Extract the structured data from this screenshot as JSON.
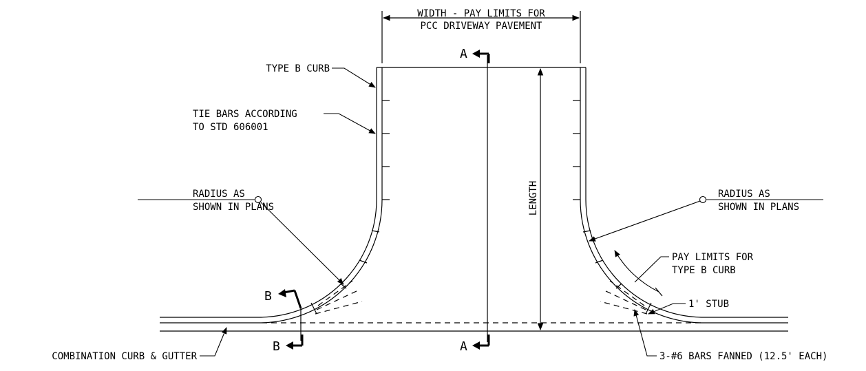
{
  "labels": {
    "width_line1": "WIDTH - PAY LIMITS FOR",
    "width_line2": "PCC DRIVEWAY PAVEMENT",
    "type_b_curb": "TYPE B CURB",
    "tie_bars_line1": "TIE BARS ACCORDING",
    "tie_bars_line2": "TO STD 606001",
    "radius_left_line1": "RADIUS AS",
    "radius_left_line2": "SHOWN IN PLANS",
    "radius_right_line1": "RADIUS AS",
    "radius_right_line2": "SHOWN IN PLANS",
    "length": "LENGTH",
    "pay_limits_line1": "PAY LIMITS FOR",
    "pay_limits_line2": "TYPE B CURB",
    "stub": "1' STUB",
    "combination_curb": "COMBINATION CURB & GUTTER",
    "bars_fanned": "3-#6 BARS FANNED (12.5' EACH)"
  },
  "section_marks": {
    "a_top": "A",
    "a_bottom": "A",
    "b_top": "B",
    "b_bottom": "B"
  }
}
